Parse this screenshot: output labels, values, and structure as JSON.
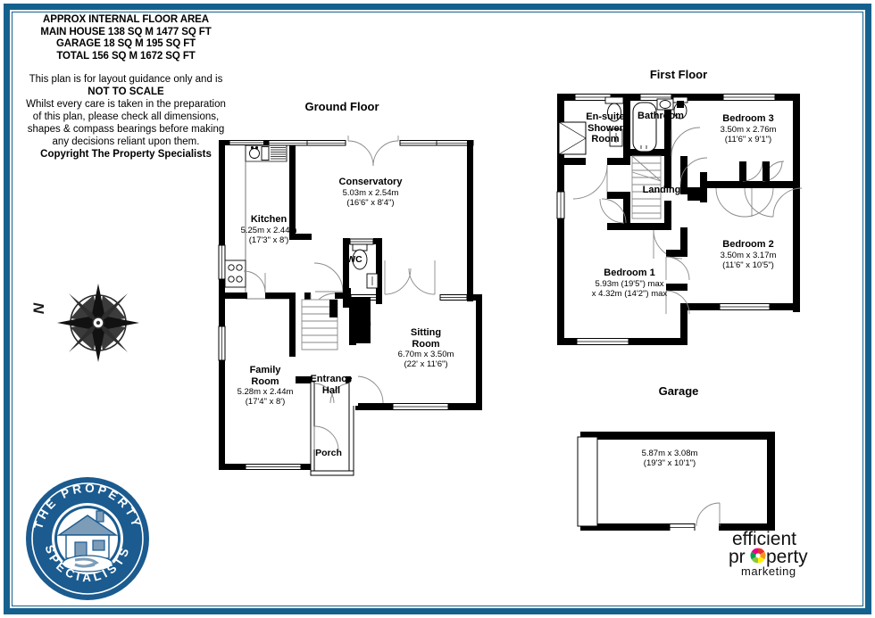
{
  "document": {
    "type": "floor-plan",
    "border_color": "#15618e",
    "wall_color": "#000000",
    "background": "#ffffff"
  },
  "header": {
    "lines": [
      "APPROX INTERNAL FLOOR AREA",
      "MAIN HOUSE 138 SQ M 1477 SQ FT",
      "GARAGE 18 SQ M 195 SQ FT",
      "TOTAL 156 SQ M 1672 SQ FT"
    ]
  },
  "disclaimer": {
    "line1": "This plan is for layout guidance only and is",
    "line2": "NOT TO SCALE",
    "line3": "Whilst every care is taken in the preparation",
    "line4": "of this plan, please check all dimensions,",
    "line5": "shapes & compass bearings before making",
    "line6": "any decisions reliant upon them.",
    "line7": "Copyright The Property Specialists"
  },
  "compass": {
    "label": "N",
    "icon": "compass-rose-icon"
  },
  "floors": {
    "ground": {
      "title": "Ground Floor",
      "rooms": [
        {
          "name": "Kitchen",
          "dim_m": "5.25m x 2.44m",
          "dim_ft": "(17'3\" x 8')"
        },
        {
          "name": "Conservatory",
          "dim_m": "5.03m x 2.54m",
          "dim_ft": "(16'6\" x 8'4\")"
        },
        {
          "name": "WC",
          "dim_m": "",
          "dim_ft": ""
        },
        {
          "name": "Sitting\nRoom",
          "dim_m": "6.70m x 3.50m",
          "dim_ft": "(22' x 11'6\")"
        },
        {
          "name": "Family\nRoom",
          "dim_m": "5.28m x 2.44m",
          "dim_ft": "(17'4\" x 8')"
        },
        {
          "name": "Entrance\nHall",
          "dim_m": "",
          "dim_ft": ""
        },
        {
          "name": "Porch",
          "dim_m": "",
          "dim_ft": ""
        }
      ]
    },
    "first": {
      "title": "First Floor",
      "rooms": [
        {
          "name": "En-suite\nShower\nRoom",
          "dim_m": "",
          "dim_ft": ""
        },
        {
          "name": "Bathroom",
          "dim_m": "",
          "dim_ft": ""
        },
        {
          "name": "Landing",
          "dim_m": "",
          "dim_ft": ""
        },
        {
          "name": "Bedroom 3",
          "dim_m": "3.50m x 2.76m",
          "dim_ft": "(11'6\" x 9'1\")"
        },
        {
          "name": "Bedroom 2",
          "dim_m": "3.50m x 3.17m",
          "dim_ft": "(11'6\" x 10'5\")"
        },
        {
          "name": "Bedroom 1",
          "dim_m": "5.93m (19'5\") max",
          "dim_ft": "x 4.32m (14'2\") max"
        }
      ]
    },
    "garage": {
      "title": "Garage",
      "rooms": [
        {
          "name": "",
          "dim_m": "5.87m x 3.08m",
          "dim_ft": "(19'3\" x 10'1\")"
        }
      ]
    }
  },
  "logos": {
    "property_specialists": {
      "top_text": "THE PROPERTY",
      "bottom_text": "SPECIALISTS",
      "color": "#1b5b8f"
    },
    "efficient_property_marketing": {
      "line1": "efficient",
      "line2": "pr",
      "line2b": "perty",
      "line3": "marketing"
    }
  }
}
